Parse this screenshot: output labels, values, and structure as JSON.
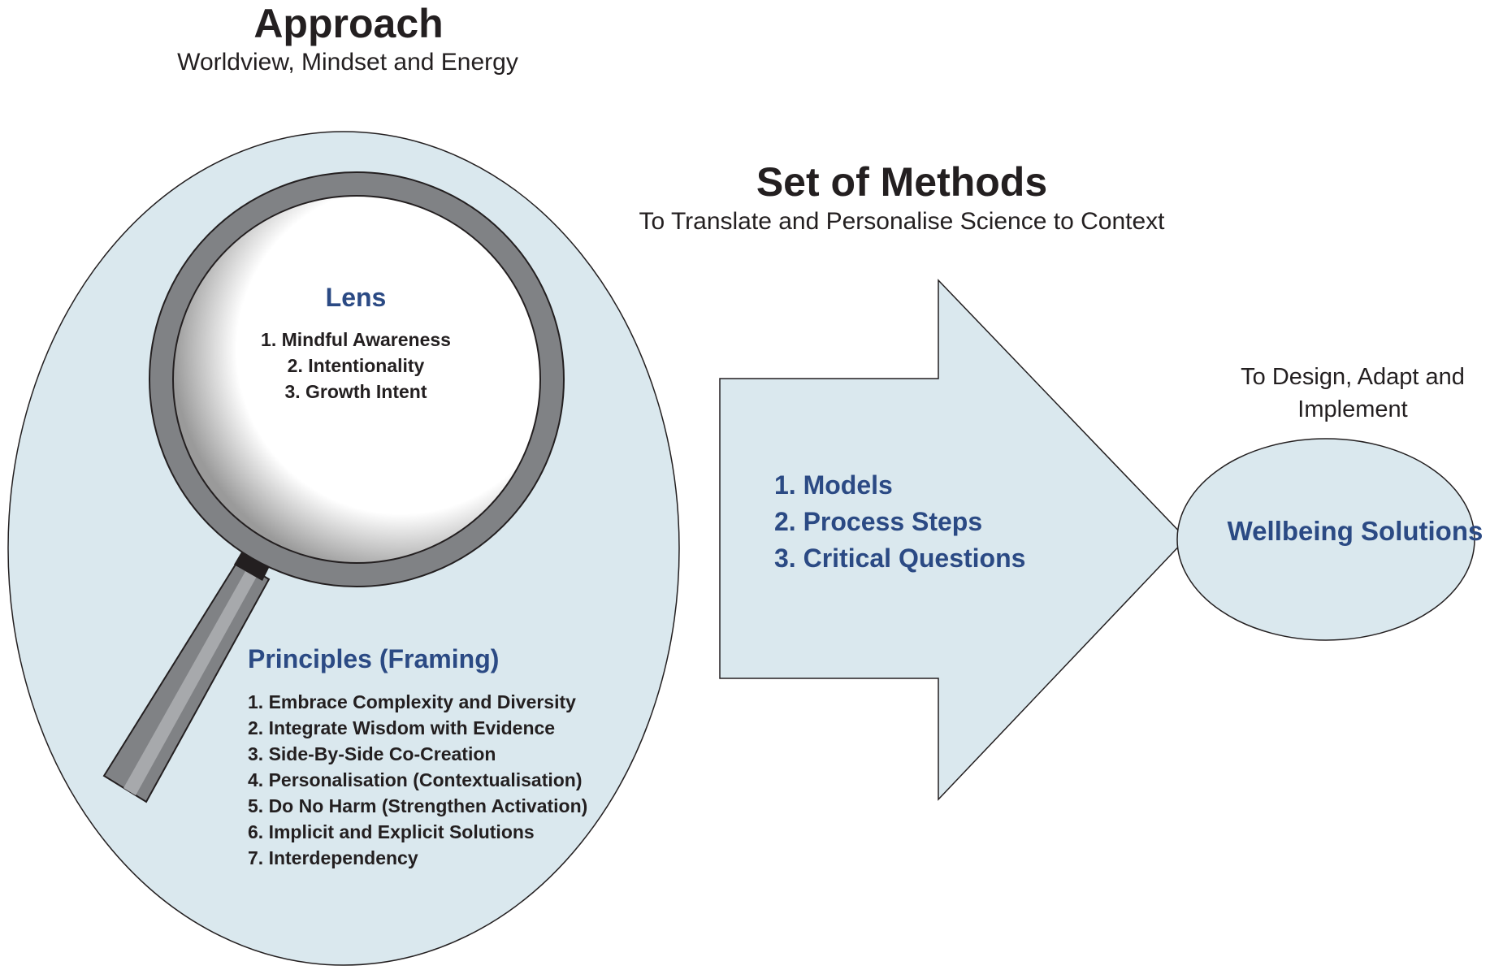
{
  "colors": {
    "background": "#ffffff",
    "shape_fill": "#dae8ee",
    "outline": "#231f20",
    "accent_blue": "#2b4a84",
    "ring_gray": "#808285",
    "lens_white": "#ffffff"
  },
  "icons": {
    "magnifier": "magnifying-glass-icon"
  },
  "approach": {
    "title": "Approach",
    "subtitle": "Worldview, Mindset and Energy"
  },
  "lens": {
    "title": "Lens",
    "items": [
      "1. Mindful Awareness",
      "2. Intentionality",
      "3. Growth Intent"
    ]
  },
  "principles": {
    "title": "Principles (Framing)",
    "items": [
      "1. Embrace Complexity and Diversity",
      "2. Integrate Wisdom with Evidence",
      "3. Side-By-Side Co-Creation",
      "4. Personalisation (Contextualisation)",
      "5. Do No Harm (Strengthen Activation)",
      "6. Implicit and Explicit Solutions",
      "7. Interdependency"
    ]
  },
  "methods": {
    "title": "Set of Methods",
    "subtitle": "To Translate and Personalise Science to Context",
    "items": [
      "1. Models",
      "2. Process Steps",
      "3. Critical Questions"
    ]
  },
  "outcome": {
    "lead_text": "To Design, Adapt and Implement",
    "label": "Wellbeing Solutions"
  }
}
